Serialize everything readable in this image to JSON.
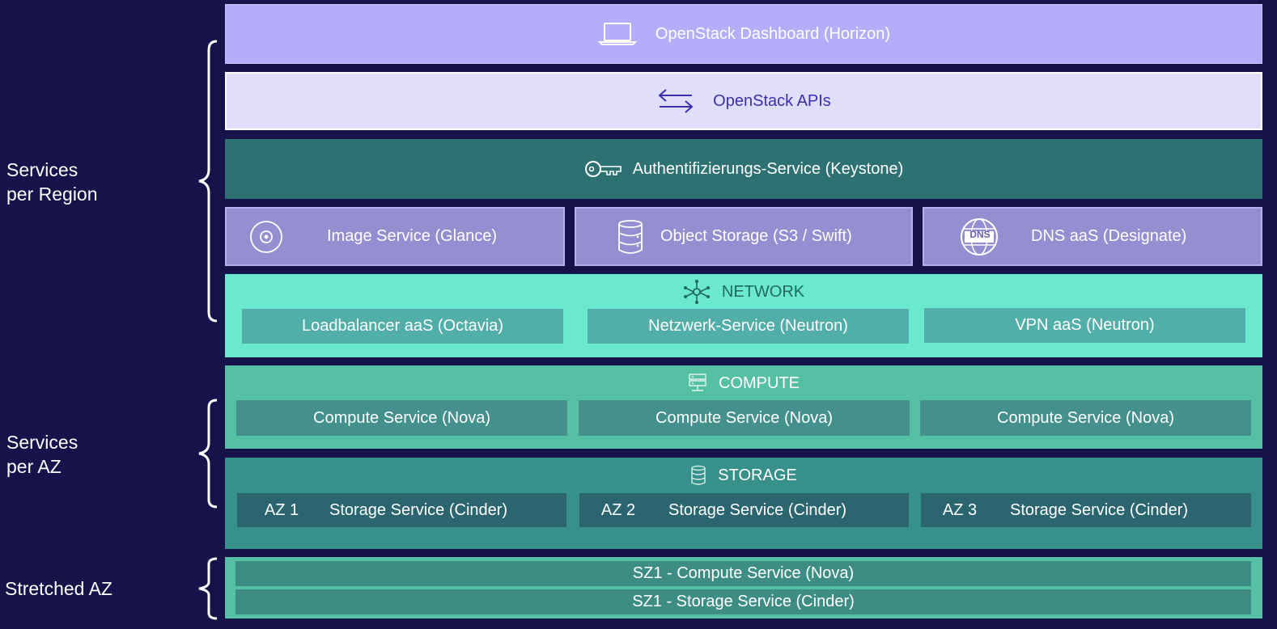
{
  "side_labels": {
    "region": [
      "Services",
      "per Region"
    ],
    "az": [
      "Services",
      "per AZ"
    ],
    "stretched": "Stretched AZ"
  },
  "dashboard": {
    "label": "OpenStack Dashboard (Horizon)",
    "icon": "laptop-icon"
  },
  "apis": {
    "label": "OpenStack APIs",
    "icon": "arrows-exchange-icon"
  },
  "auth": {
    "label": "Authentifizierungs-Service (Keystone)",
    "icon": "key-icon"
  },
  "services": [
    {
      "label": "Image Service (Glance)",
      "icon": "disc-icon"
    },
    {
      "label": "Object Storage (S3 / Swift)",
      "icon": "database-icon"
    },
    {
      "label": "DNS aaS (Designate)",
      "icon": "dns-globe-icon",
      "icon_text": "DNS"
    }
  ],
  "network": {
    "title": "NETWORK",
    "icon": "network-icon",
    "items": [
      "Loadbalancer aaS (Octavia)",
      "Netzwerk-Service (Neutron)",
      "VPN aaS (Neutron)"
    ]
  },
  "compute": {
    "title": "COMPUTE",
    "icon": "server-icon",
    "items": [
      "Compute Service (Nova)",
      "Compute Service (Nova)",
      "Compute Service (Nova)"
    ]
  },
  "storage": {
    "title": "STORAGE",
    "icon": "storage-icon",
    "items": [
      {
        "az": "AZ 1",
        "label": "Storage Service (Cinder)"
      },
      {
        "az": "AZ 2",
        "label": "Storage Service (Cinder)"
      },
      {
        "az": "AZ 3",
        "label": "Storage Service (Cinder)"
      }
    ]
  },
  "stretched": {
    "items": [
      "SZ1 - Compute Service (Nova)",
      "SZ1 - Storage Service (Cinder)"
    ]
  },
  "colors": {
    "background": "#16124a",
    "dashboard": "#b4aefa",
    "apis": "#e0defa",
    "auth": "#2e7172",
    "service": "#958ed0",
    "network": "#6be9cf",
    "network_item": "#52aea8",
    "compute": "#56c0a4",
    "compute_item": "#43908c",
    "storage": "#38908a",
    "storage_item": "#2a6570",
    "stretched": "#56c0a4"
  }
}
